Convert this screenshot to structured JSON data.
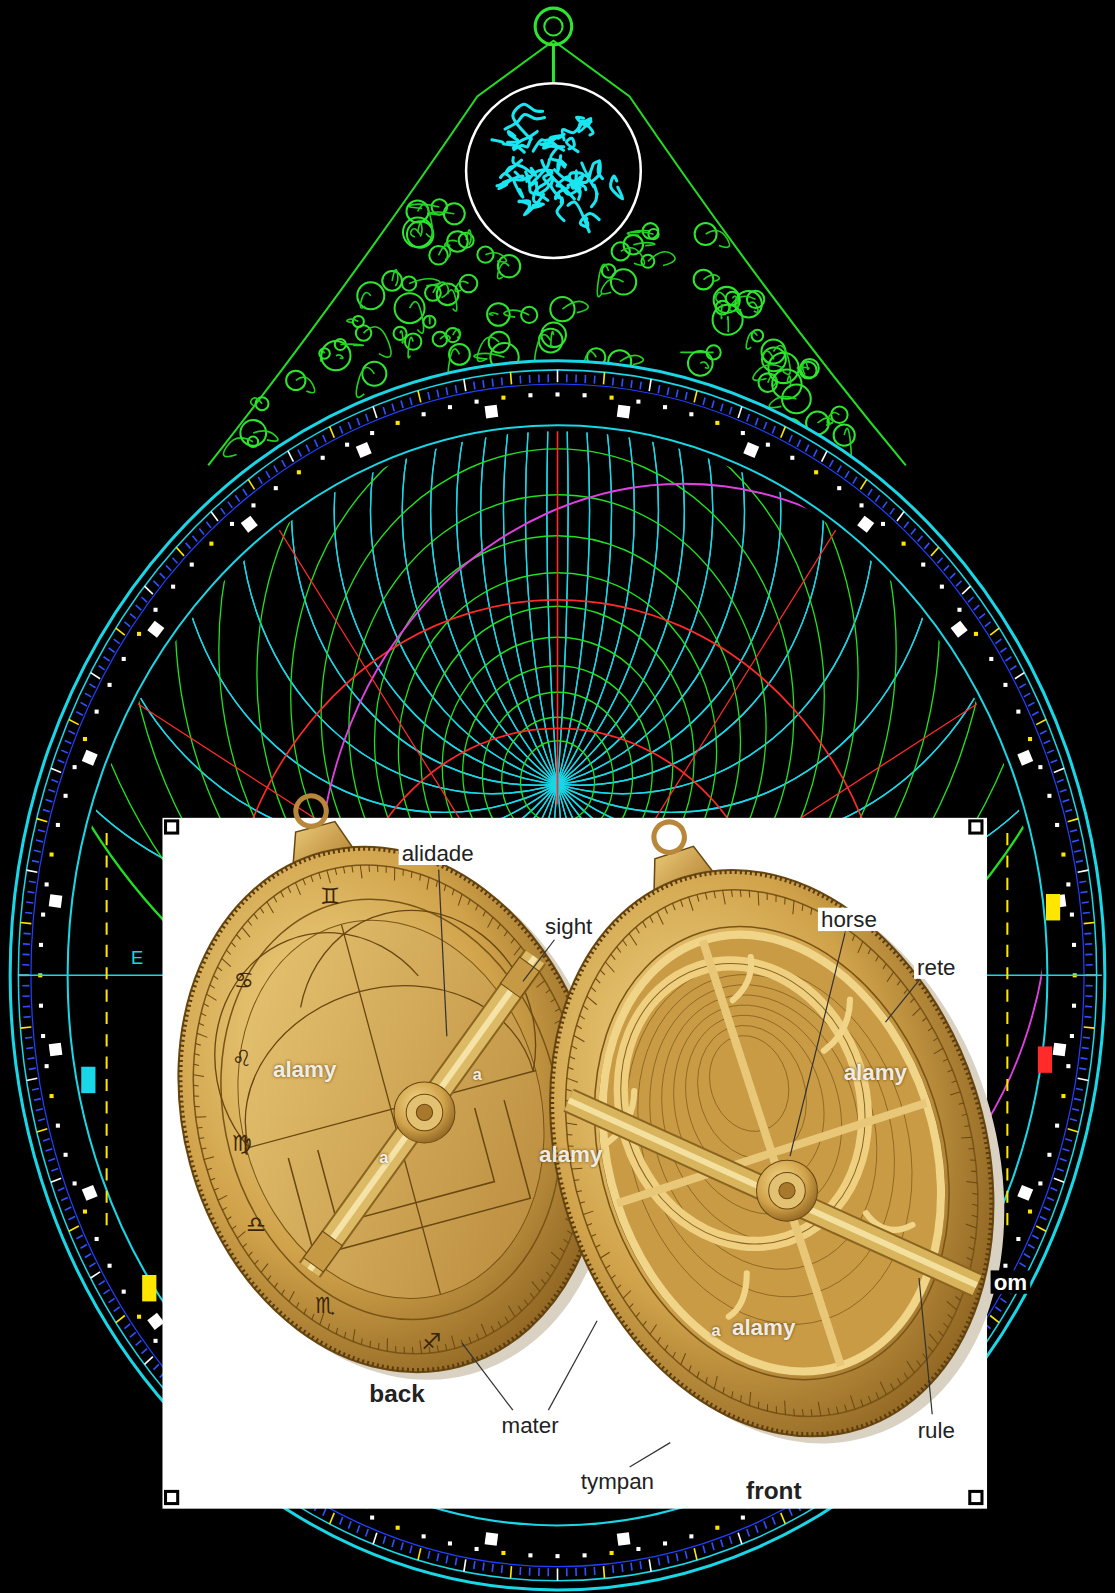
{
  "diagram": {
    "labels": [
      "E",
      "alidade",
      "sight",
      "horse",
      "rete",
      "back",
      "mater",
      "tympan",
      "front",
      "rule",
      "alamy",
      "a",
      "alamy",
      "a",
      "alamy",
      "alamy",
      "a",
      "om",
      "♋",
      "♌",
      "♍",
      "♎",
      "♏",
      "♐",
      "♊"
    ]
  }
}
